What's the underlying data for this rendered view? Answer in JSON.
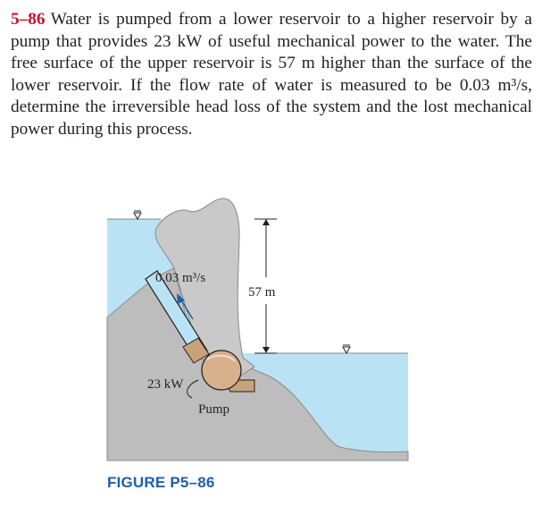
{
  "problem": {
    "number": "5–86",
    "text": "Water is pumped from a lower reservoir to a higher reservoir by a pump that provides 23 kW of useful mechanical power to the water. The free surface of the upper reservoir is 57 m higher than the surface of the lower reservoir. If the flow rate of water is measured to be 0.03 m³/s, determine the irreversible head loss of the system and the lost mechanical power during this process."
  },
  "figure": {
    "flow_rate_label": "0.03 m³/s",
    "height_label": "57 m",
    "power_label": "23 kW",
    "pump_label": "Pump",
    "caption": "FIGURE P5–86"
  },
  "colors": {
    "water": "#b9e3f4",
    "ground": "#bdbdbd",
    "rock": "#c9c9c9",
    "pipe": "#c9a27a",
    "pump": "#d8b08c",
    "accent_red": "#c8102e",
    "caption_blue": "#1f5fa8"
  }
}
